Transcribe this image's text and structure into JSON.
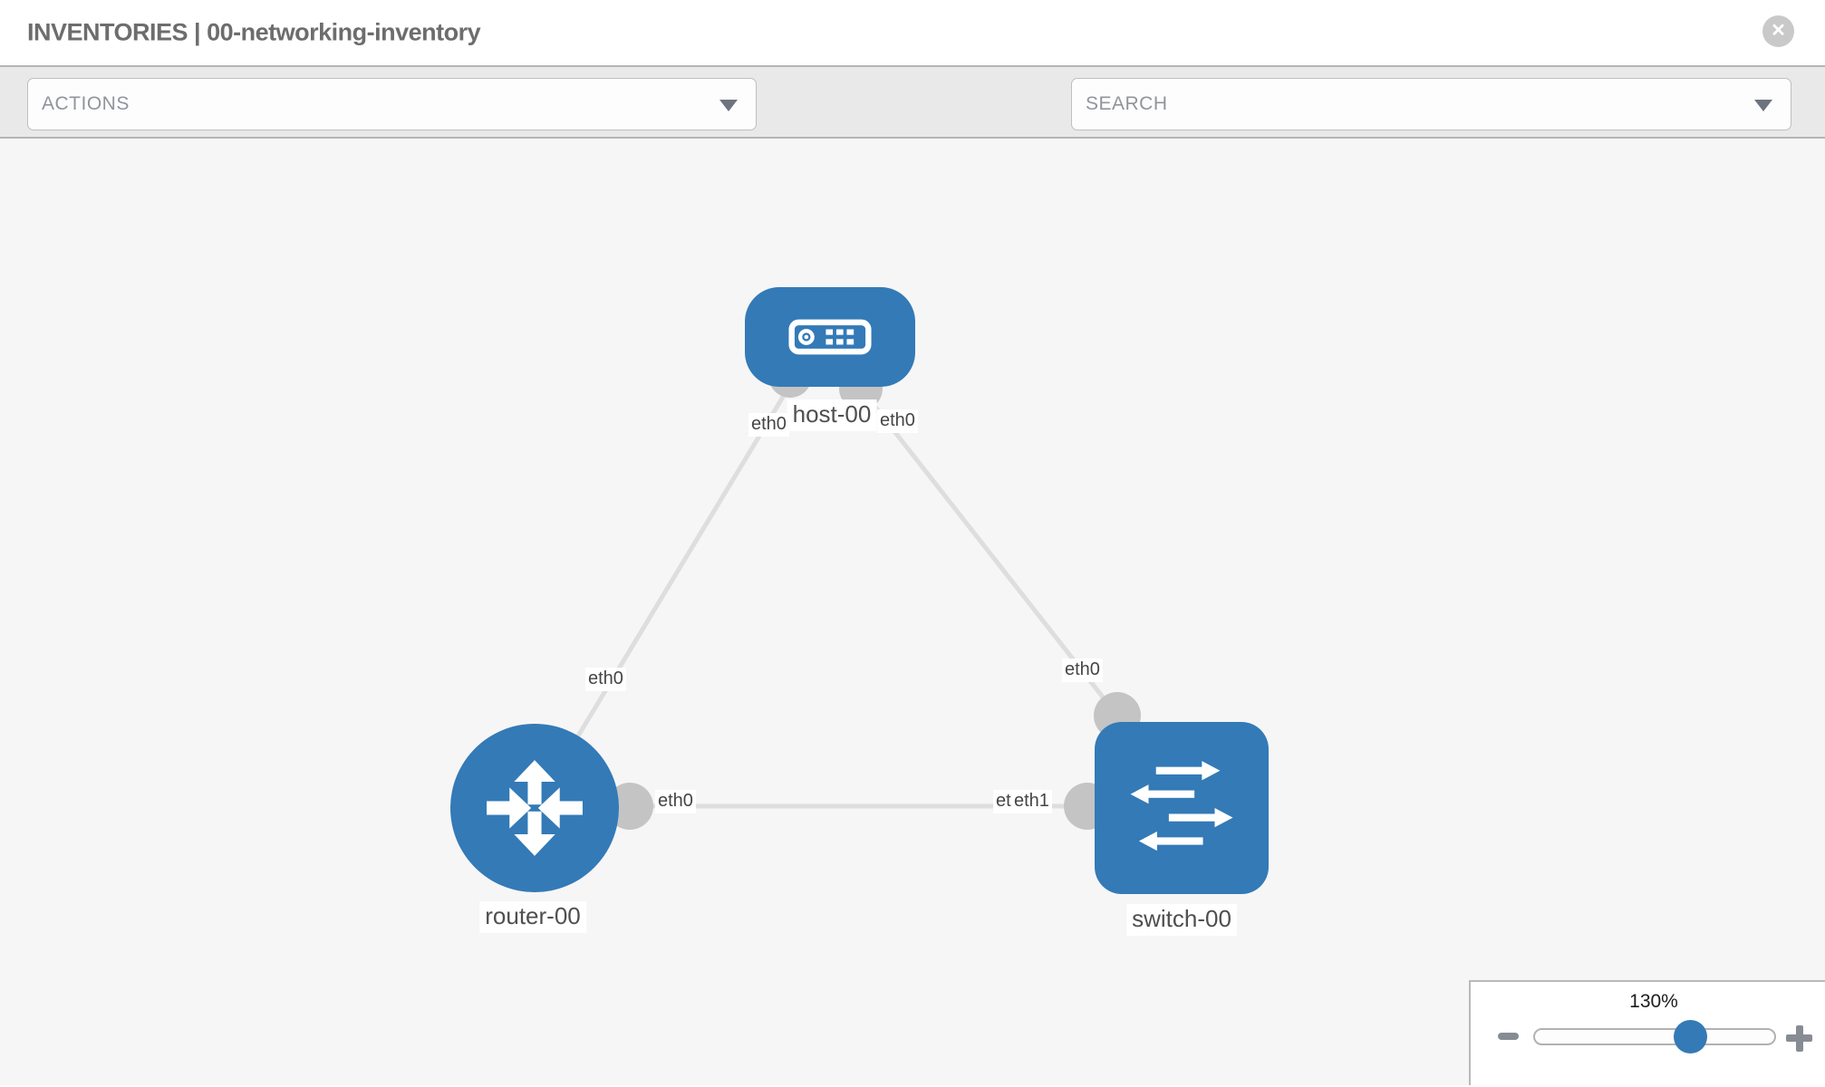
{
  "header": {
    "title": "INVENTORIES | 00-networking-inventory",
    "close_glyph": "✕"
  },
  "toolbar": {
    "actions_label": "ACTIONS",
    "search_label": "SEARCH"
  },
  "topology": {
    "nodes": [
      {
        "label": "host-00",
        "type": "host"
      },
      {
        "label": "router-00",
        "type": "router"
      },
      {
        "label": "switch-00",
        "type": "switch"
      }
    ],
    "links": [
      {
        "from": "router-00",
        "to": "host-00",
        "from_interface": "eth0",
        "to_interface": "eth0"
      },
      {
        "from": "host-00",
        "to": "switch-00",
        "from_interface": "eth0",
        "to_interface": "eth0"
      },
      {
        "from": "router-00",
        "to": "switch-00",
        "from_interface": "eth0",
        "to_interface": "eth1",
        "obscured_interface_label": "eth0"
      }
    ]
  },
  "zoom": {
    "level": "130%"
  },
  "icons": {
    "header": [
      "close-icon"
    ],
    "toolbar": [
      "chevron-down-icon",
      "wrench-icon",
      "key-icon",
      "chevron-down-icon"
    ],
    "nodes": [
      "host-icon",
      "router-icon",
      "switch-icon"
    ],
    "zoom": [
      "minus-icon",
      "plus-icon"
    ]
  },
  "colors": {
    "node_blue": "#337ab7",
    "slider_knob_blue": "#337ab7",
    "link_gray": "#dedede",
    "endpoint_gray": "#c4c4c4",
    "toolbar_bg": "#e9e9e9",
    "canvas_bg": "#f6f6f6",
    "icon_gray": "#878c94",
    "title_gray": "#6d6d6d"
  }
}
